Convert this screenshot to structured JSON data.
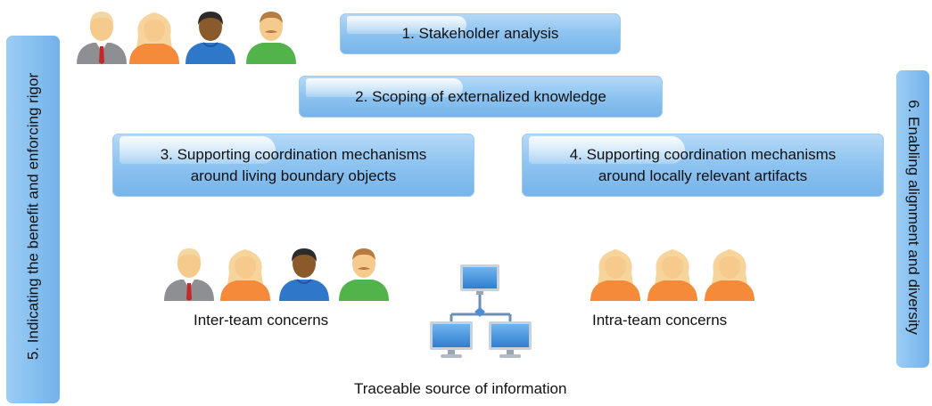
{
  "boxes": {
    "b1": "1. Stakeholder analysis",
    "b2": "2. Scoping of externalized knowledge",
    "b3_line1": "3. Supporting coordination mechanisms",
    "b3_line2": "around living boundary objects",
    "b4_line1": "4. Supporting coordination mechanisms",
    "b4_line2": "around locally relevant artifacts",
    "b5": "5. Indicating the benefit and enforcing rigor",
    "b6": "6. Enabling alignment and diversity"
  },
  "labels": {
    "inter_team": "Inter-team concerns",
    "intra_team": "Intra-team concerns",
    "traceable": "Traceable source of information"
  },
  "icons": {
    "people": [
      "person-businessman-icon",
      "person-blonde-woman-icon",
      "person-dark-skin-man-icon",
      "person-mustache-man-icon"
    ],
    "network": "computer-network-icon"
  },
  "colors": {
    "box_fill": "#8cc3f0",
    "skin_light": "#f6c98c",
    "skin_dark": "#8a5a2b",
    "shirt_gray": "#8d8f92",
    "shirt_orange": "#f58a3a",
    "shirt_blue": "#2f77c8",
    "shirt_green": "#52b34a"
  }
}
